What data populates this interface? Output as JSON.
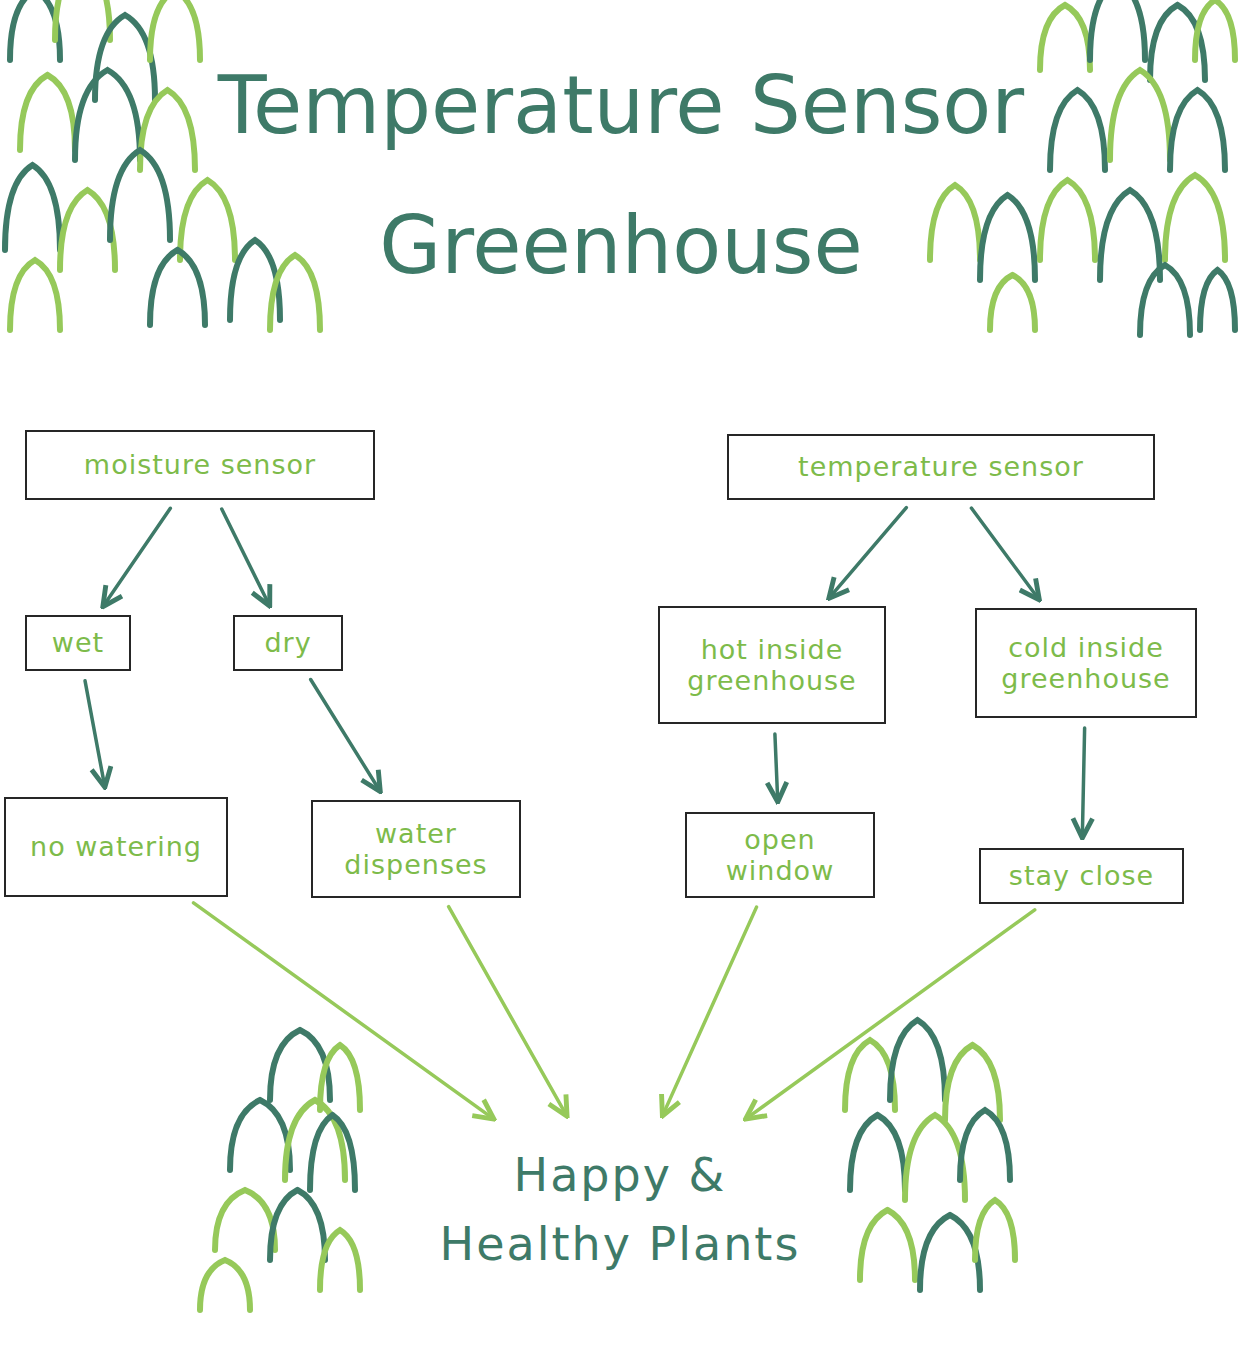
{
  "diagram": {
    "title": "Temperature Sensor Greenhouse",
    "nodes": [
      {
        "text": [
          "moisture sensor"
        ]
      },
      {
        "text": [
          "wet"
        ]
      },
      {
        "text": [
          "dry"
        ]
      },
      {
        "text": [
          "no watering"
        ]
      },
      {
        "text": [
          "water dispenses"
        ]
      },
      {
        "text": [
          "temperature sensor"
        ]
      },
      {
        "text": [
          "hot inside greenhouse"
        ]
      },
      {
        "text": [
          "cold inside greenhouse"
        ]
      },
      {
        "text": [
          "open window"
        ]
      },
      {
        "text": [
          "stay close"
        ]
      },
      {
        "text": [
          "Happy & Healthy Plants"
        ]
      }
    ],
    "edges": [
      {
        "from": 0,
        "to": 1,
        "arrow": "to"
      },
      {
        "from": 0,
        "to": 2,
        "arrow": "to"
      },
      {
        "from": 1,
        "to": 3,
        "arrow": "to"
      },
      {
        "from": 2,
        "to": 4,
        "arrow": "to"
      },
      {
        "from": 5,
        "to": 6,
        "arrow": "to"
      },
      {
        "from": 5,
        "to": 7,
        "arrow": "to"
      },
      {
        "from": 6,
        "to": 8,
        "arrow": "to"
      },
      {
        "from": 7,
        "to": 9,
        "arrow": "to"
      },
      {
        "from": 3,
        "to": 10,
        "arrow": "to"
      },
      {
        "from": 4,
        "to": 10,
        "arrow": "to"
      },
      {
        "from": 8,
        "to": 10,
        "arrow": "to"
      },
      {
        "from": 9,
        "to": 10,
        "arrow": "to"
      }
    ]
  }
}
